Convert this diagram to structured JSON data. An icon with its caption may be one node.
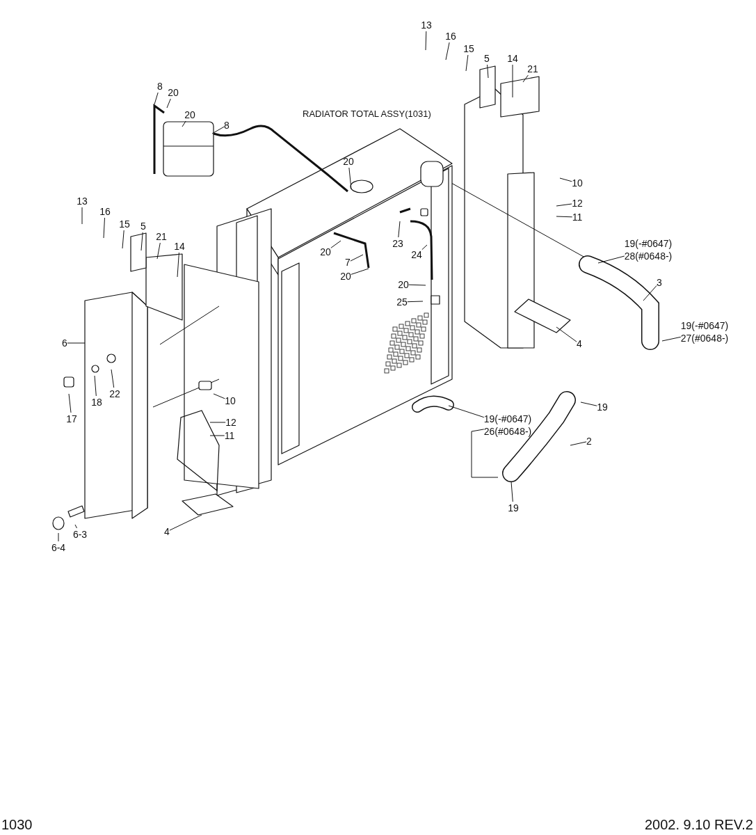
{
  "diagram": {
    "nodes": [
      {
        "text": [
          "13"
        ]
      },
      {
        "text": [
          "16"
        ]
      },
      {
        "text": [
          "15"
        ]
      },
      {
        "text": [
          "5"
        ]
      },
      {
        "text": [
          "14"
        ]
      },
      {
        "text": [
          "21"
        ]
      },
      {
        "text": [
          "8"
        ]
      },
      {
        "text": [
          "20"
        ]
      },
      {
        "text": [
          "20"
        ]
      },
      {
        "text": [
          "8"
        ]
      },
      {
        "text": [
          "20"
        ]
      },
      {
        "text": [
          "10"
        ]
      },
      {
        "text": [
          "12"
        ]
      },
      {
        "text": [
          "11"
        ]
      },
      {
        "text": [
          "13"
        ]
      },
      {
        "text": [
          "16"
        ]
      },
      {
        "text": [
          "15"
        ]
      },
      {
        "text": [
          "5"
        ]
      },
      {
        "text": [
          "21"
        ]
      },
      {
        "text": [
          "14"
        ]
      },
      {
        "text": [
          "23"
        ]
      },
      {
        "text": [
          "24"
        ]
      },
      {
        "text": [
          "20"
        ]
      },
      {
        "text": [
          "7"
        ]
      },
      {
        "text": [
          "20"
        ]
      },
      {
        "text": [
          "19(-#0647)",
          "28(#0648-)"
        ]
      },
      {
        "text": [
          "3"
        ]
      },
      {
        "text": [
          "20"
        ]
      },
      {
        "text": [
          "25"
        ]
      },
      {
        "text": [
          "6"
        ]
      },
      {
        "text": [
          "4"
        ]
      },
      {
        "text": [
          "19(-#0647)",
          "27(#0648-)"
        ]
      },
      {
        "text": [
          "22"
        ]
      },
      {
        "text": [
          "18"
        ]
      },
      {
        "text": [
          "17"
        ]
      },
      {
        "text": [
          "10"
        ]
      },
      {
        "text": [
          "12"
        ]
      },
      {
        "text": [
          "11"
        ]
      },
      {
        "text": [
          "19(-#0647)",
          "26(#0648-)"
        ]
      },
      {
        "text": [
          "19"
        ]
      },
      {
        "text": [
          "2"
        ]
      },
      {
        "text": [
          "19"
        ]
      },
      {
        "text": [
          "4"
        ]
      },
      {
        "text": [
          "6-3"
        ]
      },
      {
        "text": [
          "6-4"
        ]
      }
    ],
    "edges": [
      {
        "from": 0,
        "to": null,
        "arrow": "none"
      },
      {
        "from": 1,
        "to": null,
        "arrow": "none"
      },
      {
        "from": 2,
        "to": null,
        "arrow": "none"
      },
      {
        "from": 3,
        "to": null,
        "arrow": "none"
      },
      {
        "from": 4,
        "to": null,
        "arrow": "none"
      },
      {
        "from": 5,
        "to": null,
        "arrow": "none"
      },
      {
        "from": 6,
        "to": null,
        "arrow": "none"
      },
      {
        "from": 7,
        "to": null,
        "arrow": "none"
      },
      {
        "from": 8,
        "to": null,
        "arrow": "none"
      },
      {
        "from": 9,
        "to": null,
        "arrow": "none"
      },
      {
        "from": 10,
        "to": null,
        "arrow": "none"
      },
      {
        "from": 11,
        "to": null,
        "arrow": "none"
      },
      {
        "from": 12,
        "to": null,
        "arrow": "none"
      },
      {
        "from": 13,
        "to": null,
        "arrow": "none"
      },
      {
        "from": 14,
        "to": null,
        "arrow": "none"
      },
      {
        "from": 15,
        "to": null,
        "arrow": "none"
      },
      {
        "from": 16,
        "to": null,
        "arrow": "none"
      },
      {
        "from": 17,
        "to": null,
        "arrow": "none"
      },
      {
        "from": 18,
        "to": null,
        "arrow": "none"
      },
      {
        "from": 19,
        "to": null,
        "arrow": "none"
      },
      {
        "from": 20,
        "to": null,
        "arrow": "none"
      },
      {
        "from": 21,
        "to": null,
        "arrow": "none"
      },
      {
        "from": 22,
        "to": null,
        "arrow": "none"
      },
      {
        "from": 23,
        "to": null,
        "arrow": "none"
      },
      {
        "from": 24,
        "to": null,
        "arrow": "none"
      },
      {
        "from": 25,
        "to": null,
        "arrow": "none"
      },
      {
        "from": 26,
        "to": null,
        "arrow": "none"
      },
      {
        "from": 27,
        "to": null,
        "arrow": "none"
      },
      {
        "from": 28,
        "to": null,
        "arrow": "none"
      },
      {
        "from": 29,
        "to": null,
        "arrow": "none"
      },
      {
        "from": 30,
        "to": null,
        "arrow": "none"
      },
      {
        "from": 31,
        "to": null,
        "arrow": "none"
      },
      {
        "from": 32,
        "to": null,
        "arrow": "none"
      },
      {
        "from": 33,
        "to": null,
        "arrow": "none"
      },
      {
        "from": 34,
        "to": null,
        "arrow": "none"
      },
      {
        "from": 35,
        "to": null,
        "arrow": "none"
      },
      {
        "from": 36,
        "to": null,
        "arrow": "none"
      },
      {
        "from": 37,
        "to": null,
        "arrow": "none"
      },
      {
        "from": 38,
        "to": null,
        "arrow": "none"
      },
      {
        "from": 38,
        "to": null,
        "arrow": "none"
      },
      {
        "from": 39,
        "to": null,
        "arrow": "none"
      },
      {
        "from": 40,
        "to": null,
        "arrow": "none"
      },
      {
        "from": 41,
        "to": null,
        "arrow": "none"
      },
      {
        "from": 42,
        "to": null,
        "arrow": "none"
      },
      {
        "from": 43,
        "to": null,
        "arrow": "none"
      },
      {
        "from": 44,
        "to": null,
        "arrow": "none"
      }
    ],
    "labels": [
      "RADIATOR TOTAL ASSY(1031)",
      "1030",
      "2002. 9.10 REV.2"
    ]
  }
}
